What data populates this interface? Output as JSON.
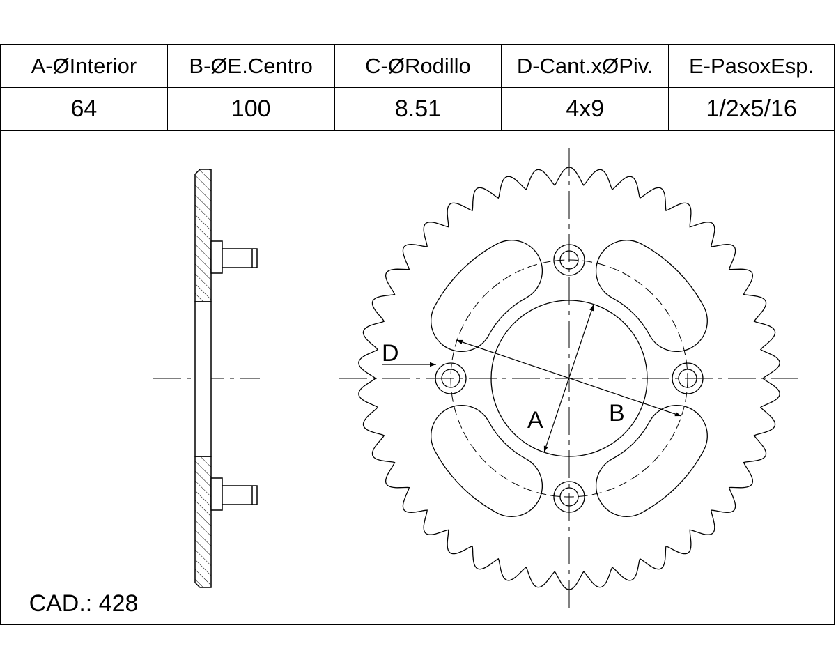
{
  "specs": {
    "headers": [
      "A-ØInterior",
      "B-ØE.Centro",
      "C-ØRodillo",
      "D-Cant.xØPiv.",
      "E-PasoxEsp."
    ],
    "values": [
      "64",
      "100",
      "8.51",
      "4x9",
      "1/2x5/16"
    ]
  },
  "cad": "CAD.: 428",
  "drawing": {
    "labels": {
      "a": "A",
      "b": "B",
      "d": "D"
    }
  }
}
